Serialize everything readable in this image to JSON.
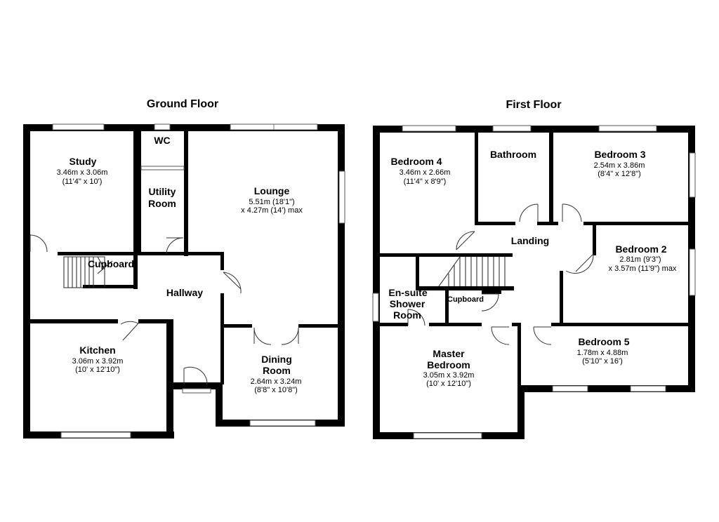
{
  "floors": [
    {
      "key": "ground",
      "title": "Ground Floor"
    },
    {
      "key": "first",
      "title": "First Floor"
    }
  ],
  "rooms": {
    "study": {
      "name": "Study",
      "dims": [
        "3.46m x 3.06m",
        "(11'4\" x 10')"
      ]
    },
    "wc": {
      "name": "WC",
      "dims": []
    },
    "utility": {
      "name": [
        "Utility",
        "Room"
      ],
      "dims": []
    },
    "lounge": {
      "name": "Lounge",
      "dims": [
        "5.51m (18'1\")",
        "x 4.27m (14') max"
      ]
    },
    "cupboard_ground": {
      "name": "Cupboard",
      "dims": []
    },
    "hallway": {
      "name": "Hallway",
      "dims": []
    },
    "kitchen": {
      "name": "Kitchen",
      "dims": [
        "3.06m x 3.92m",
        "(10' x 12'10\")"
      ]
    },
    "dining": {
      "name": [
        "Dining",
        "Room"
      ],
      "dims": [
        "2.64m x 3.24m",
        "(8'8\" x 10'8\")"
      ]
    },
    "bedroom4": {
      "name": "Bedroom 4",
      "dims": [
        "3.46m x 2.66m",
        "(11'4\" x 8'9\")"
      ]
    },
    "bathroom": {
      "name": "Bathroom",
      "dims": []
    },
    "bedroom3": {
      "name": "Bedroom 3",
      "dims": [
        "2.54m x 3.86m",
        "(8'4\" x 12'8\")"
      ]
    },
    "landing": {
      "name": "Landing",
      "dims": []
    },
    "bedroom2": {
      "name": "Bedroom 2",
      "dims": [
        "2.81m (9'3\")",
        "x 3.57m (11'9\") max"
      ]
    },
    "ensuite": {
      "name": [
        "En-suite",
        "Shower",
        "Room"
      ],
      "dims": []
    },
    "cupboard_first": {
      "name": "Cupboard",
      "dims": []
    },
    "master": {
      "name": [
        "Master",
        "Bedroom"
      ],
      "dims": [
        "3.05m x 3.92m",
        "(10' x 12'10\")"
      ]
    },
    "bedroom5": {
      "name": "Bedroom 5",
      "dims": [
        "1.78m x 4.88m",
        "(5'10\" x 16')"
      ]
    }
  }
}
